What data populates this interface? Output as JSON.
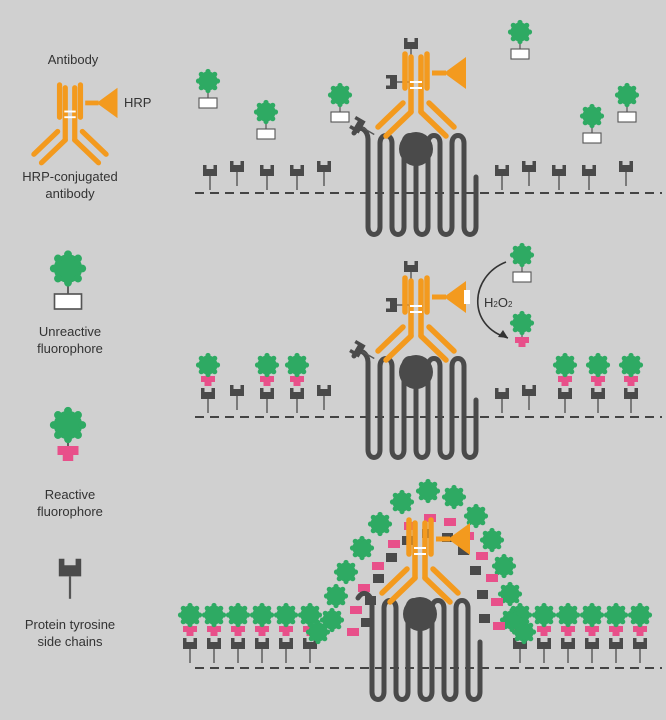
{
  "legend": {
    "antibody": "Antibody",
    "hrp": "HRP",
    "hrp_conjugated": "HRP-conjugated\nantibody",
    "unreactive": "Unreactive\nfluorophore",
    "reactive": "Reactive\nfluorophore",
    "tyrosine": "Protein tyrosine\nside chains"
  },
  "reaction": {
    "h": "H",
    "sub1": "2",
    "o": "O",
    "sub2": "2"
  },
  "colors": {
    "background": "#d0d0d0",
    "antibody": "#f39a1e",
    "fluorophore_green": "#2eaa63",
    "reactive_pink": "#e8508a",
    "tyrosine": "#4a4a4a",
    "protein": "#4a4a4a",
    "membrane": "#444444"
  }
}
